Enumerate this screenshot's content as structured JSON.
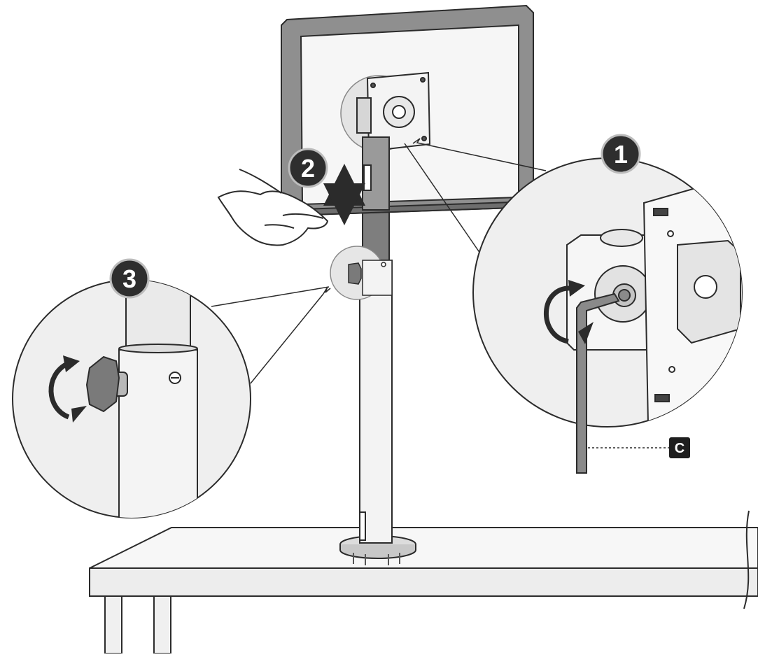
{
  "steps": [
    {
      "number": "1"
    },
    {
      "number": "2"
    },
    {
      "number": "3"
    }
  ],
  "part_label": "C",
  "colors": {
    "badge_fill": "#2e2e2e",
    "badge_text": "#ffffff",
    "outline": "#2b2b2b",
    "light_fill": "#ebebeb",
    "mid_fill": "#9a9a9a",
    "dark_fill": "#7a7a7a"
  }
}
